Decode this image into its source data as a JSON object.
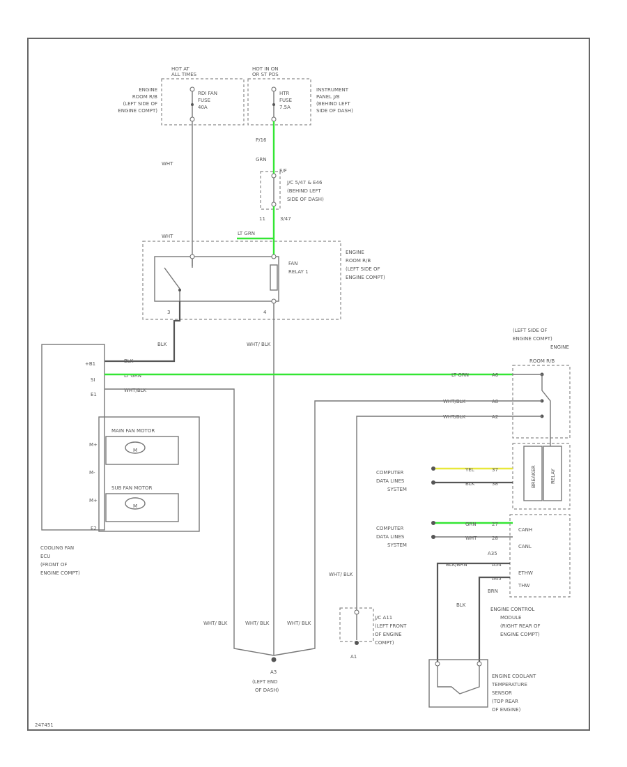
{
  "fuse_left": {
    "header": [
      "HOT AT",
      "ALL TIMES"
    ],
    "fuse": [
      "RDI FAN",
      "FUSE",
      "40A"
    ],
    "location": [
      "ENGINE",
      "ROOM R/B",
      "(LEFT SIDE OF",
      "ENGINE COMPT)"
    ]
  },
  "fuse_right": {
    "header": [
      "HOT IN ON",
      "OR ST POS"
    ],
    "fuse": [
      "HTR",
      "FUSE",
      "7.5A"
    ],
    "location": [
      "INSTRUMENT",
      "PANEL J/B",
      "(BEHIND LEFT",
      "SIDE OF DASH)"
    ]
  },
  "wires": {
    "whit": "WHT",
    "p14": "P/16",
    "grn": "GRN",
    "ltgrn": "LT GRN",
    "blk": "BLK",
    "whtblk": "WHT/ BLK",
    "whtblk_slash": "WHT/ BLK"
  },
  "jc": {
    "label": "J/C",
    "connector": "E/F",
    "location": [
      "J/C 5/47 & E46",
      "(BEHIND LEFT",
      "SIDE OF DASH)"
    ],
    "pin_a": "11",
    "pin_b": "3/47"
  },
  "relay": {
    "name": [
      "FAN",
      "RELAY 1"
    ],
    "location": [
      "ENGINE",
      "ROOM R/B",
      "(LEFT SIDE OF",
      "ENGINE COMPT)"
    ],
    "pin_a": "3",
    "pin_b": "4"
  },
  "cooling_fan": {
    "pins": [
      "+B1",
      "SI",
      "E1",
      "M+",
      "M-",
      "M+",
      "E2"
    ],
    "wire_labels": [
      "BLK",
      "LT GRN",
      "WHT/BLK"
    ],
    "main_motor": "MAIN FAN MOTOR",
    "sub_motor": "SUB FAN MOTOR",
    "motor_symbol": "M",
    "location": [
      "COOLING FAN",
      "ECU",
      "(FRONT OF",
      "ENGINE COMPT)"
    ]
  },
  "ecm_top": {
    "location": [
      "(LEFT SIDE OF",
      "ENGINE COMPT)",
      "ENGINE",
      "ROOM R/B"
    ],
    "rows": [
      {
        "wire": "LT GRN",
        "pin": "A6"
      },
      {
        "wire": "WHT/BLK",
        "pin": "A8"
      },
      {
        "wire": "WHT/BLK",
        "pin": "A2"
      }
    ],
    "inner_labels": [
      "BREAKER",
      "RELAY"
    ]
  },
  "data_lines_1": {
    "label": [
      "COMPUTER",
      "DATA LINES",
      "SYSTEM"
    ],
    "rows": [
      {
        "wire": "YEL",
        "pin": "37"
      },
      {
        "wire": "BLK",
        "pin": "38"
      }
    ]
  },
  "data_lines_2": {
    "label": [
      "COMPUTER",
      "DATA LINES",
      "SYSTEM"
    ],
    "rows": [
      {
        "wire": "GRN",
        "pin": "27",
        "signal": "CANH"
      },
      {
        "wire": "WHT",
        "pin": "28",
        "signal": "CANL"
      }
    ]
  },
  "ecm": {
    "connector": "A35",
    "rows": [
      {
        "wire": "BLK/BRN",
        "signal": "ETHW",
        "pin": "A54"
      },
      {
        "wire": "BRN",
        "signal": "THW",
        "pin": "A45"
      }
    ],
    "location": [
      "ENGINE CONTROL",
      "MODULE",
      "(RIGHT REAR OF",
      "ENGINE COMPT)"
    ],
    "blk_label": "BLK"
  },
  "jc2": {
    "label": "J/C A11",
    "location": [
      "J/C A11",
      "(LEFT FRONT",
      "OF ENGINE",
      "COMPT)"
    ],
    "ground": "A1"
  },
  "ground": {
    "wire_labels": [
      "WHT/ BLK",
      "WHT/ BLK",
      "WHT/ BLK"
    ],
    "name": "A3",
    "location": [
      "(LEFT END",
      "OF DASH)"
    ]
  },
  "sensor": {
    "location": [
      "ENGINE COOLANT",
      "TEMPERATURE",
      "SENSOR",
      "(TOP REAR",
      "OF ENGINE)"
    ]
  },
  "footer_code": "247451"
}
